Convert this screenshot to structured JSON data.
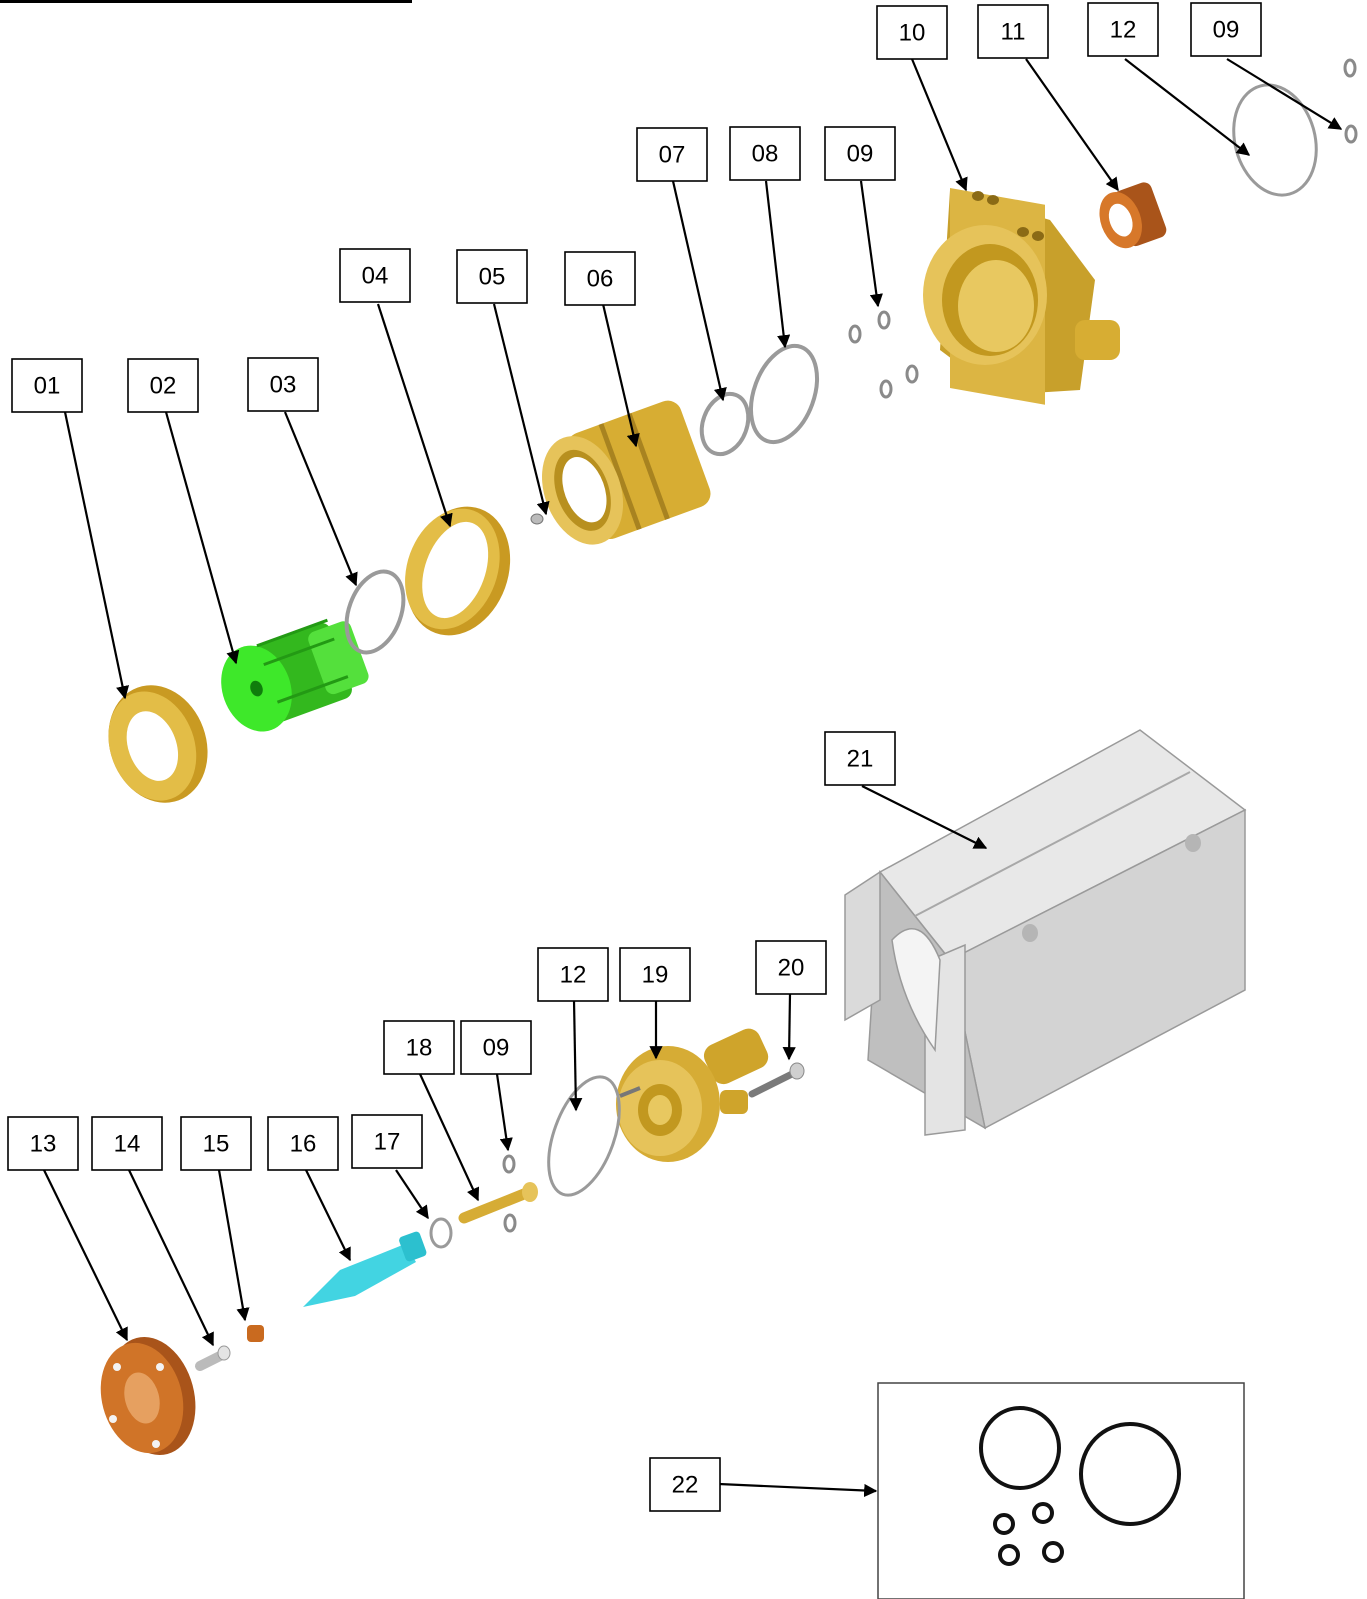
{
  "labels": {
    "l01": "01",
    "l02": "02",
    "l03": "03",
    "l04": "04",
    "l05": "05",
    "l06": "06",
    "l07": "07",
    "l08": "08",
    "l09a": "09",
    "l10": "10",
    "l11": "11",
    "l12a": "12",
    "l09b": "09",
    "l21": "21",
    "l12b": "12",
    "l19": "19",
    "l20": "20",
    "l18": "18",
    "l09c": "09",
    "l13": "13",
    "l14": "14",
    "l15": "15",
    "l16": "16",
    "l17": "17",
    "l22": "22"
  },
  "colors": {
    "brass": "#d9b13a",
    "brass_dark": "#a88320",
    "green": "#3ccf2a",
    "copper": "#c96a1f",
    "cyan": "#3fd3e0",
    "aluminium": "#d7d7d7",
    "seal_black": "#111111"
  }
}
